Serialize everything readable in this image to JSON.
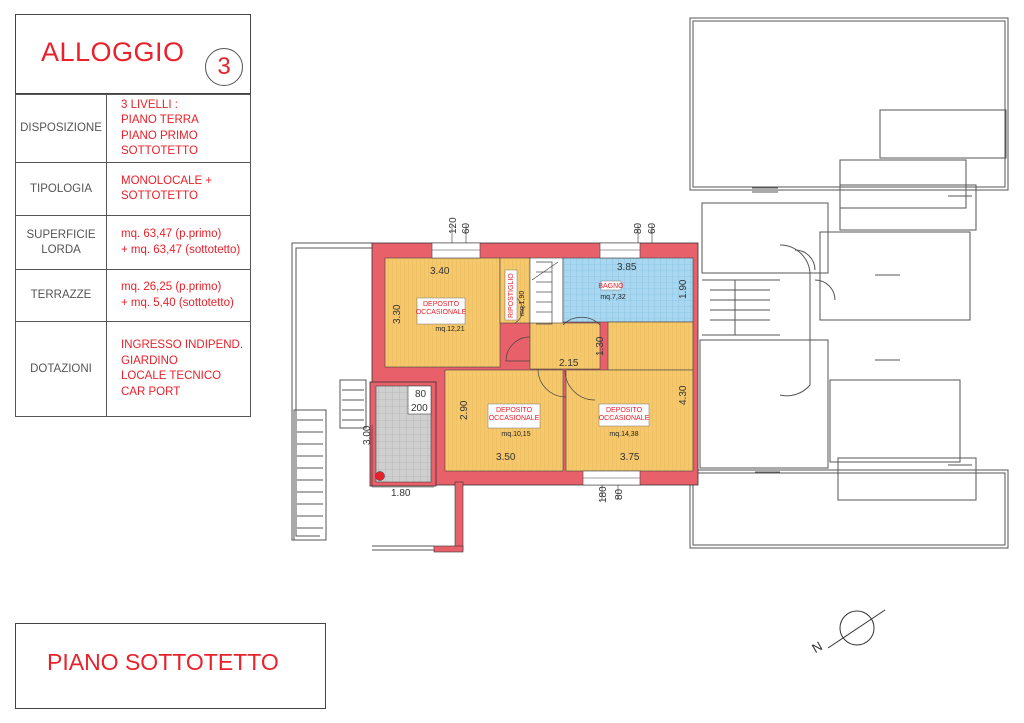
{
  "header": {
    "title": "ALLOGGIO",
    "number": "3"
  },
  "info_rows": [
    {
      "label": "DISPOSIZIONE",
      "value": "3 LIVELLI :\nPIANO TERRA\nPIANO PRIMO\nSOTTOTETTO"
    },
    {
      "label": "TIPOLOGIA",
      "value": "MONOLOCALE +\nSOTTOTETTO"
    },
    {
      "label": "SUPERFICIE\nLORDA",
      "value": "mq. 63,47 (p.primo)\n+ mq. 63,47 (sottotetto)"
    },
    {
      "label": "TERRAZZE",
      "value": "mq. 26,25 (p.primo)\n+ mq. 5,40 (sottotetto)"
    },
    {
      "label": "DOTAZIONI",
      "value": "INGRESSO INDIPEND.\nGIARDINO\nLOCALE TECNICO\nCAR PORT"
    }
  ],
  "footer": {
    "title": "PIANO SOTTOTETTO"
  },
  "rooms": {
    "deposito1": {
      "name": "DEPOSITO\nOCCASIONALE",
      "area": "mq.12,21"
    },
    "ripostiglio": {
      "name": "RIPOSTIGLIO",
      "area": "mq.1,90"
    },
    "bagno": {
      "name": "BAGNO",
      "area": "mq.7,32"
    },
    "deposito2": {
      "name": "DEPOSITO\nOCCASIONALE",
      "area": "mq.10,15"
    },
    "deposito3": {
      "name": "DEPOSITO\nOCCASIONALE",
      "area": "mq.14,38"
    }
  },
  "dimensions": {
    "d_340": "3.40",
    "d_385": "3.85",
    "d_330": "3.30",
    "d_190": "1.90",
    "d_130": "1.30",
    "d_215": "2.15",
    "d_290": "2.90",
    "d_430": "4.30",
    "d_350": "3.50",
    "d_375": "3.75",
    "d_300": "3.00",
    "d_180": "1.80",
    "d_80": "80",
    "d_200": "200",
    "d_top1a": "120",
    "d_top1b": "60",
    "d_top2a": "80",
    "d_top2b": "60",
    "d_bot_a": "180",
    "d_bot_b": "80"
  },
  "compass": {
    "north_label": "N"
  },
  "colors": {
    "accent": "#e8212a",
    "wall": "#e8606a",
    "wood": "#f6c86c",
    "tile_blue": "#a9d7ef",
    "tile_grey": "#cfcfcf"
  }
}
